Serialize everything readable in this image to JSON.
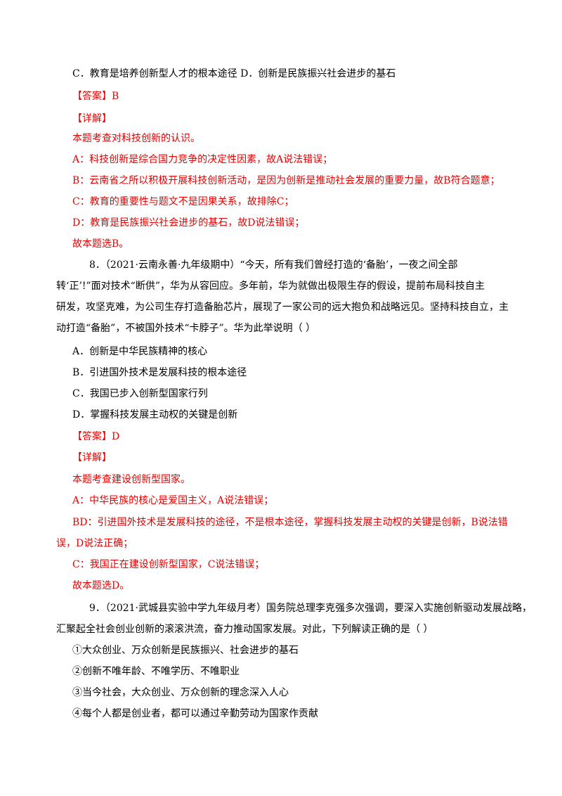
{
  "lines": [
    {
      "text": "C．教育是培养创新型人才的根本途径    D．创新是民族振兴社会进步的基石",
      "color": "black"
    },
    {
      "text": "【答案】B",
      "color": "red"
    },
    {
      "text": "【详解】",
      "color": "red"
    },
    {
      "text": "本题考查对科技创新的认识。",
      "color": "red"
    },
    {
      "text": "A：科技创新是综合国力竞争的决定性因素，故A说法错误；",
      "color": "red"
    },
    {
      "text": "B：云南省之所以积极开展科技创新活动，是因为创新是推动社会发展的重要力量，故B符合题意；",
      "color": "red"
    },
    {
      "text": "C：教育的重要性与题文不是因果关系，故排除C；",
      "color": "red"
    },
    {
      "text": "D：教育是民族振兴社会进步的基石，故D说法错误；",
      "color": "red"
    },
    {
      "text": "故本题选B。",
      "color": "red"
    },
    {
      "text": "8．（2021·云南永善·九年级期中）“今天，所有我们曾经打造的‘备胎’，一夜之间全部",
      "color": "black"
    },
    {
      "text": "转‘正’!”面对技术“断供”，华为从容回应。多年前，华为就做出极限生存的假设，提前布局科技自主",
      "color": "black"
    },
    {
      "text": "研发，攻坚克难，为公司生存打造备胎芯片，展现了一家公司的远大抱负和战略远见。坚持科技自立，主",
      "color": "black"
    },
    {
      "text": "动打造“备胎”，不被国外技术“卡脖子”。华为此举说明（     ）",
      "color": "black"
    },
    {
      "text": "A．创新是中华民族精神的核心",
      "color": "black"
    },
    {
      "text": "B．引进国外技术是发展科技的根本途径",
      "color": "black"
    },
    {
      "text": "C．我国已步入创新型国家行列",
      "color": "black"
    },
    {
      "text": "D．掌握科技发展主动权的关键是创新",
      "color": "black"
    },
    {
      "text": "【答案】D",
      "color": "red"
    },
    {
      "text": "【详解】",
      "color": "red"
    },
    {
      "text": "本题考查建设创新型国家。",
      "color": "red"
    },
    {
      "text": "A：中华民族的核心是爱国主义，A说法错误；",
      "color": "red"
    },
    {
      "text": "BD：引进国外技术是发展科技的途径，不是根本途径，掌握科技发展主动权的关键是创新，B说法错",
      "color": "red"
    },
    {
      "text": "误，D说法正确；",
      "color": "red"
    },
    {
      "text": "C：我国正在建设创新型国家，C说法错误；",
      "color": "red"
    },
    {
      "text": "故本题选D。",
      "color": "red"
    },
    {
      "text": "9．（2021·武城县实验中学九年级月考）国务院总理李克强多次强调，要深入实施创新驱动发展战略，",
      "color": "black"
    },
    {
      "text": "汇聚起全社会创业创新的滚滚洪流，奋力推动国家发展。对此，下列解读正确的是（     ）",
      "color": "black"
    },
    {
      "text": "①大众创业、万众创新是民族振兴、社会进步的基石",
      "color": "black"
    },
    {
      "text": "②创新不唯年龄、不唯学历、不唯职业",
      "color": "black"
    },
    {
      "text": "③当今社会，大众创业、万众创新的理念深入人心",
      "color": "black"
    },
    {
      "text": "④每个人都是创业者，都可以通过辛勤劳动为国家作贡献",
      "color": "black"
    }
  ]
}
